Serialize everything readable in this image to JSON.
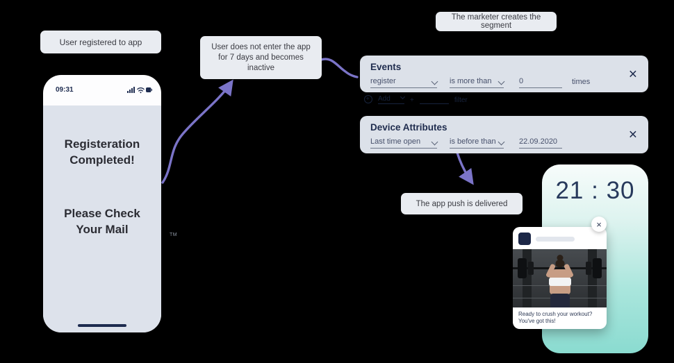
{
  "colors": {
    "background": "#000000",
    "connector_purple": "#7b74c8",
    "navy": "#1e2b4d",
    "panel_bg": "#dce1e9",
    "label_bg": "#e9ecf1",
    "phone_teal": "#8adbd0"
  },
  "flow_labels": {
    "user_registered": "User registered to app",
    "inactive_note": "User does not enter the app for 7 days and becomes inactive",
    "marketer_segment": "The marketer creates the segment",
    "push_delivered": "The app push is delivered"
  },
  "left_phone": {
    "status_time": "09:31",
    "headline": "Registeration Completed!",
    "subheadline": "Please Check Your Mail",
    "trademark": "TM"
  },
  "events_panel": {
    "title": "Events",
    "event_value": "register",
    "operator_value": "is more than",
    "count_value": "0",
    "count_suffix": "times",
    "close_glyph": "×"
  },
  "add_filter_row": {
    "prefix": "Add",
    "symbol": "+",
    "suffix": "filter"
  },
  "device_panel": {
    "title": "Device Attributes",
    "attribute_value": "Last time open",
    "operator_value": "is before than",
    "date_value": "22.09.2020",
    "close_glyph": "×"
  },
  "right_phone": {
    "clock": "21 : 30",
    "notification": {
      "close_glyph": "×",
      "message_line1": "Ready to crush your workout?",
      "message_line2": "You've got this!"
    }
  }
}
